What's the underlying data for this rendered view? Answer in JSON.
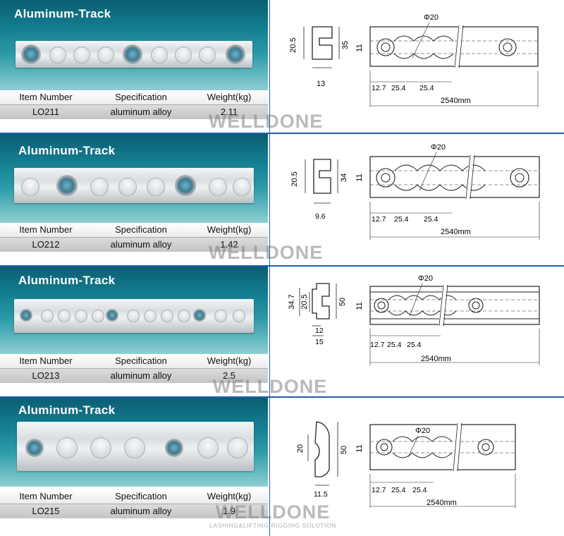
{
  "watermark": {
    "brand": "WELLDONE",
    "tagline": "LASHING&LIFTING RIGGING SOLUTION"
  },
  "table_headers": {
    "item": "Item Number",
    "spec": "Specification",
    "weight": "Weight(kg)"
  },
  "products": [
    {
      "title": "Aluminum-Track",
      "item": "LO211",
      "spec": "aluminum alloy",
      "weight": "2.11",
      "profile": {
        "height": "20.5",
        "total": "35",
        "base": "13"
      },
      "drawing": {
        "slot": "11",
        "hole": "Φ20",
        "pitch_a": "12.7",
        "pitch_b": "25.4",
        "pitch_c": "25.4",
        "length": "2540mm"
      }
    },
    {
      "title": "Aluminum-Track",
      "item": "LO212",
      "spec": "aluminum alloy",
      "weight": "1.42",
      "profile": {
        "height": "20.5",
        "total": "34",
        "base": "9.6"
      },
      "drawing": {
        "slot": "11",
        "hole": "Φ20",
        "pitch_a": "12.7",
        "pitch_b": "25.4",
        "pitch_c": "25.4",
        "length": "2540mm"
      }
    },
    {
      "title": "Aluminum-Track",
      "item": "LO213",
      "spec": "aluminum alloy",
      "weight": "2.5",
      "profile": {
        "outer": "34.7",
        "height": "20.5",
        "total": "50",
        "base": "12",
        "base2": "15"
      },
      "drawing": {
        "slot": "11",
        "hole": "Φ20",
        "pitch_a": "12.7",
        "pitch_b": "25.4",
        "pitch_c": "25.4",
        "length": "2540mm"
      }
    },
    {
      "title": "Aluminum-Track",
      "item": "LO215",
      "spec": "aluminum alloy",
      "weight": "1.9",
      "profile": {
        "height": "20",
        "total": "50",
        "base": "11.5"
      },
      "drawing": {
        "slot": "11",
        "hole": "Φ20",
        "pitch_a": "12.7",
        "pitch_b": "25.4",
        "pitch_c": "25.4",
        "length": "2540mm"
      }
    }
  ]
}
